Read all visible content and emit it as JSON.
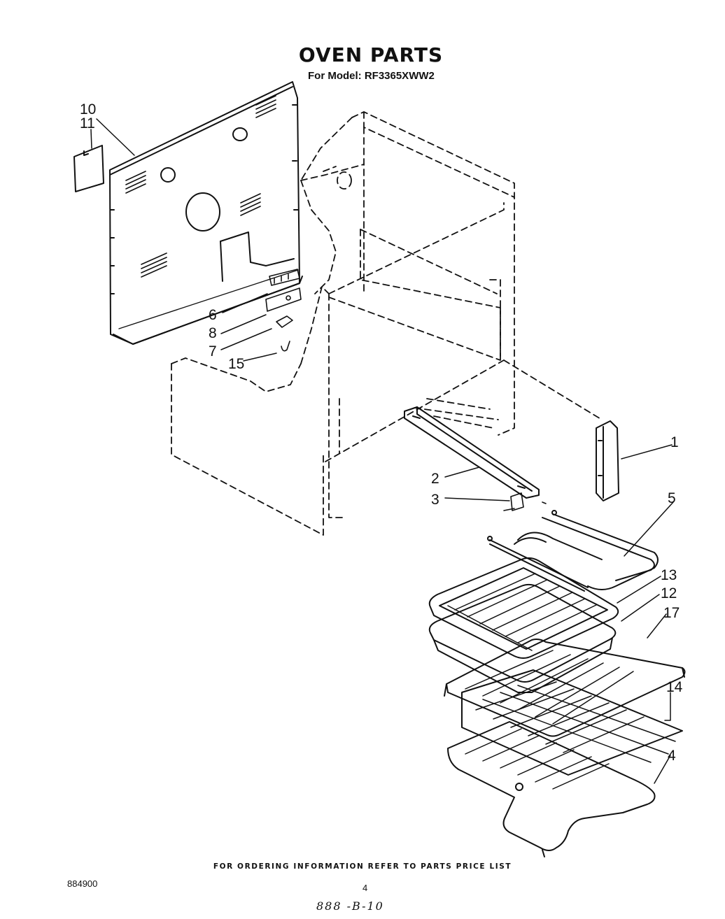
{
  "header": {
    "title": "OVEN PARTS",
    "subtitle": "For Model: RF3365XWW2"
  },
  "callouts": {
    "c10": "10",
    "c11": "11",
    "c6": "6",
    "c8": "8",
    "c7": "7",
    "c15": "15",
    "c1": "1",
    "c2": "2",
    "c3": "3",
    "c5": "5",
    "c13": "13",
    "c12": "12",
    "c17": "17",
    "c14": "14",
    "c4": "4"
  },
  "footer": {
    "ordering_note": "FOR ORDERING INFORMATION REFER TO PARTS PRICE LIST",
    "doc_number": "884900",
    "page_number": "4",
    "handwritten_code": "888 -B-10"
  }
}
